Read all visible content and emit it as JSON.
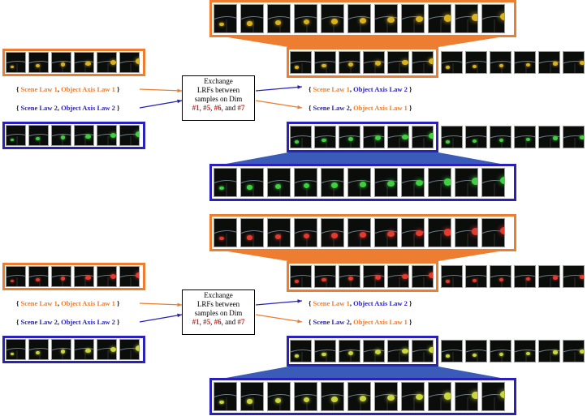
{
  "panels": [
    {
      "id": "top",
      "source_labels": [
        {
          "scene": "Scene Law  1",
          "object": "Object Axis Law 1",
          "color": "orange"
        },
        {
          "scene": "Scene Law  2",
          "object": "Object Axis Law 2",
          "color": "blue"
        }
      ],
      "target_labels": [
        {
          "scene": "Scene Law  1",
          "object": "Object Axis Law 2",
          "scene_color": "orange",
          "object_color": "blue"
        },
        {
          "scene": "Scene Law  2",
          "object": "Object Axis Law 1",
          "scene_color": "blue",
          "object_color": "orange"
        }
      ],
      "exchange_box": {
        "line1": "Exchange",
        "line2": "LRFs between",
        "line3": "samples on Dim",
        "dims": [
          "#1",
          "#5",
          "#6"
        ],
        "and": "and",
        "last": "#7"
      },
      "object_colors": {
        "orange_source": "#d9b21f",
        "blue_source": "#3fcf3f"
      }
    },
    {
      "id": "bottom",
      "source_labels": [
        {
          "scene": "Scene Law  1",
          "object": "Object Axis Law 1",
          "color": "orange"
        },
        {
          "scene": "Scene Law  2",
          "object": "Object Axis Law 2",
          "color": "blue"
        }
      ],
      "target_labels": [
        {
          "scene": "Scene Law  1",
          "object": "Object Axis Law 2",
          "scene_color": "orange",
          "object_color": "blue"
        },
        {
          "scene": "Scene Law  2",
          "object": "Object Axis Law 1",
          "scene_color": "blue",
          "object_color": "orange"
        }
      ],
      "exchange_box": {
        "line1": "Exchange",
        "line2": "LRFs between",
        "line3": "samples on Dim",
        "dims": [
          "#1",
          "#5",
          "#6"
        ],
        "and": "and",
        "last": "#7"
      },
      "object_colors": {
        "orange_source": "#e53a2e",
        "blue_source": "#c9d63c"
      }
    }
  ],
  "colors": {
    "orange": "#ED7D31",
    "blue": "#2A22B8",
    "red": "#d42020"
  }
}
